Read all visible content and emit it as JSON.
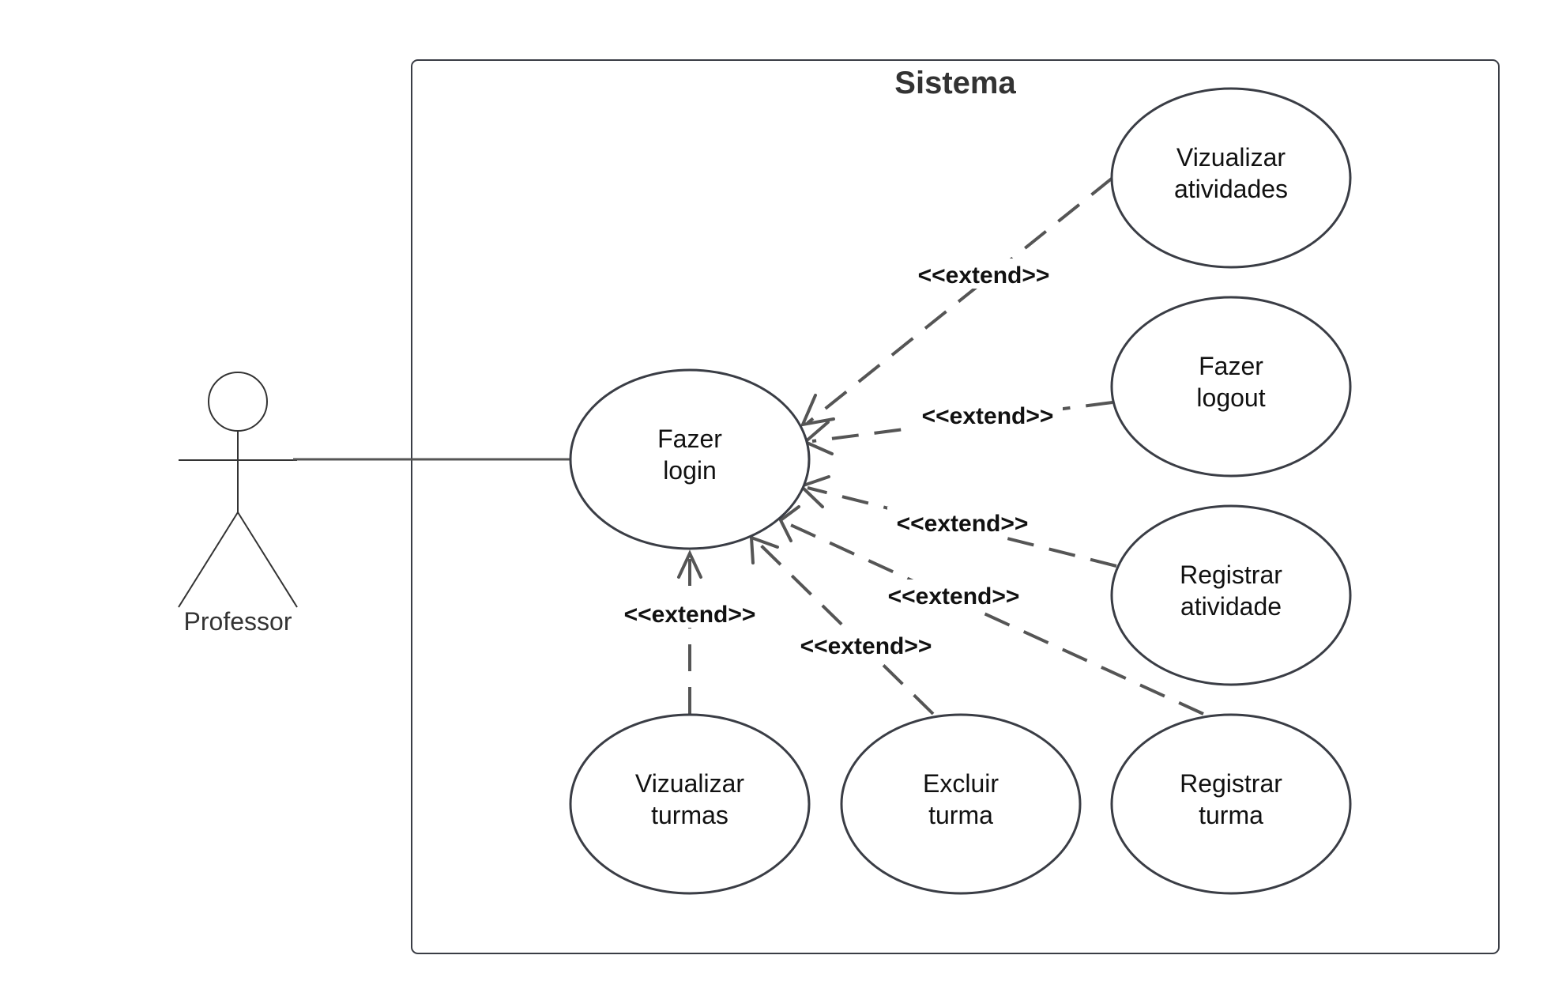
{
  "system": {
    "title": "Sistema"
  },
  "actor": {
    "name": "Professor"
  },
  "use_cases": {
    "login": {
      "line1": "Fazer",
      "line2": "login"
    },
    "view_activities": {
      "line1": "Vizualizar",
      "line2": "atividades"
    },
    "logout": {
      "line1": "Fazer",
      "line2": "logout"
    },
    "register_activity": {
      "line1": "Registrar",
      "line2": "atividade"
    },
    "view_classes": {
      "line1": "Vizualizar",
      "line2": "turmas"
    },
    "delete_class": {
      "line1": "Excluir",
      "line2": "turma"
    },
    "register_class": {
      "line1": "Registrar",
      "line2": "turma"
    }
  },
  "relations": {
    "extend_label": "<<extend>>"
  }
}
